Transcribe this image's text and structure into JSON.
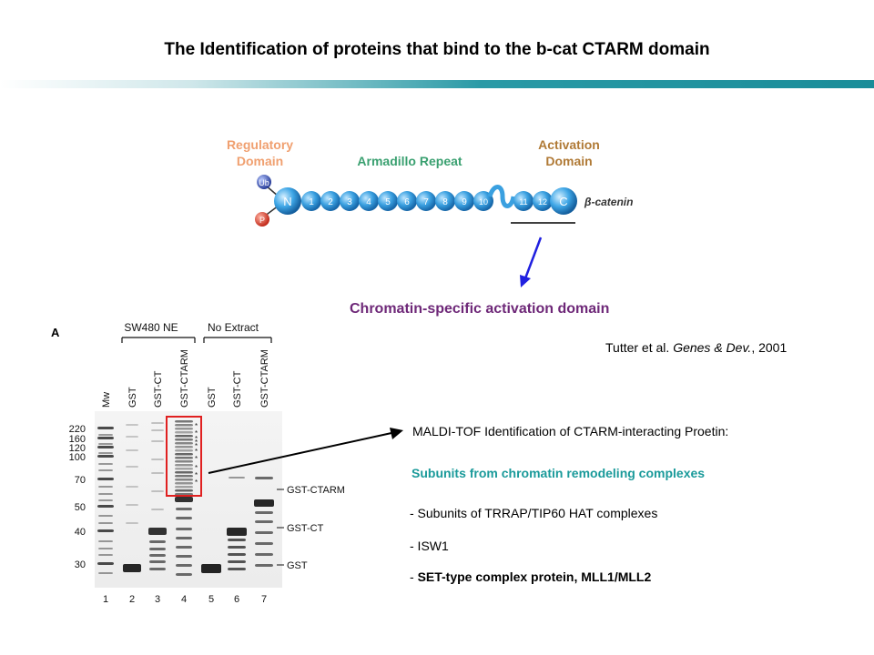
{
  "slide": {
    "title": "The Identification of proteins that bind to the b-cat CTARM domain"
  },
  "domain_diagram": {
    "regulatory_label": "Regulatory Domain",
    "armadillo_label": "Armadillo Repeat",
    "activation_label": "Activation Domain",
    "n_label": "N",
    "c_label": "C",
    "ub_label": "Ub",
    "p_label": "P",
    "repeats": [
      "1",
      "2",
      "3",
      "4",
      "5",
      "6",
      "7",
      "8",
      "9",
      "10"
    ],
    "activation_repeats": [
      "11",
      "12"
    ],
    "protein_label": "β-catenin",
    "chromatin_label": "Chromatin-specific activation domain"
  },
  "citation": {
    "authors": "Tutter et al.",
    "journal": "Genes & Dev.",
    "year": ", 2001"
  },
  "gel": {
    "panel_label": "A",
    "group_labels": [
      "SW480 NE",
      "No Extract"
    ],
    "lane_headers": [
      "Mw",
      "GST",
      "GST-CT",
      "GST-CTARM",
      "GST",
      "GST-CT",
      "GST-CTARM"
    ],
    "markers": [
      "220",
      "160",
      "120",
      "100",
      "70",
      "50",
      "40",
      "30"
    ],
    "lane_numbers": [
      "1",
      "2",
      "3",
      "4",
      "5",
      "6",
      "7"
    ],
    "band_labels": [
      "GST-CTARM",
      "GST-CT",
      "GST"
    ]
  },
  "results": {
    "maldi_label": "MALDI-TOF Identification of CTARM-interacting Proetin:",
    "subunits_heading": "Subunits from chromatin remodeling complexes",
    "items": [
      "- Subunits of TRRAP/TIP60 HAT complexes",
      "- ISW1"
    ],
    "item3_prefix": "- ",
    "item3_bold": "SET-type complex protein, MLL1/MLL2"
  },
  "colors": {
    "regulatory": "#f0a070",
    "armadillo": "#3aa070",
    "activation": "#b07a36",
    "chromatin": "#6e2878",
    "subunits": "#1a9a9a",
    "highlight_box": "#e02020",
    "arrow_blue": "#2020e0",
    "domain_bead": "#3aa0e0"
  }
}
